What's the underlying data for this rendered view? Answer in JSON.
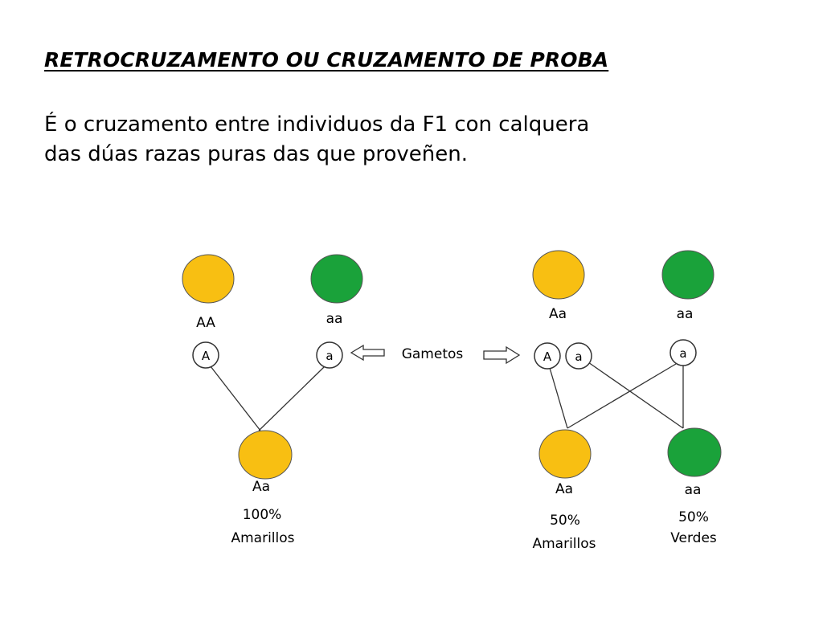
{
  "title": "RETROCRUZAMENTO OU CRUZAMENTO DE PROBA",
  "description": {
    "line1": "É o cruzamento entre individuos da F1 con calquera",
    "line2": "das dúas razas puras das que proveñen."
  },
  "colors": {
    "yellow": "#f8bf12",
    "green": "#1aa23a",
    "line": "#333333"
  },
  "gametes_label": "Gametos",
  "cross_left": {
    "parent1": {
      "genotype": "AA",
      "gamete": "A"
    },
    "parent2": {
      "genotype": "aa",
      "gamete": "a"
    },
    "offspring": {
      "genotype": "Aa",
      "percent": "100%",
      "phenotype": "Amarillos"
    }
  },
  "cross_right": {
    "parent1": {
      "genotype": "Aa",
      "gamete1": "A",
      "gamete2": "a"
    },
    "parent2": {
      "genotype": "aa",
      "gamete": "a"
    },
    "offspring1": {
      "genotype": "Aa",
      "percent": "50%",
      "phenotype": "Amarillos"
    },
    "offspring2": {
      "genotype": "aa",
      "percent": "50%",
      "phenotype": "Verdes"
    }
  }
}
